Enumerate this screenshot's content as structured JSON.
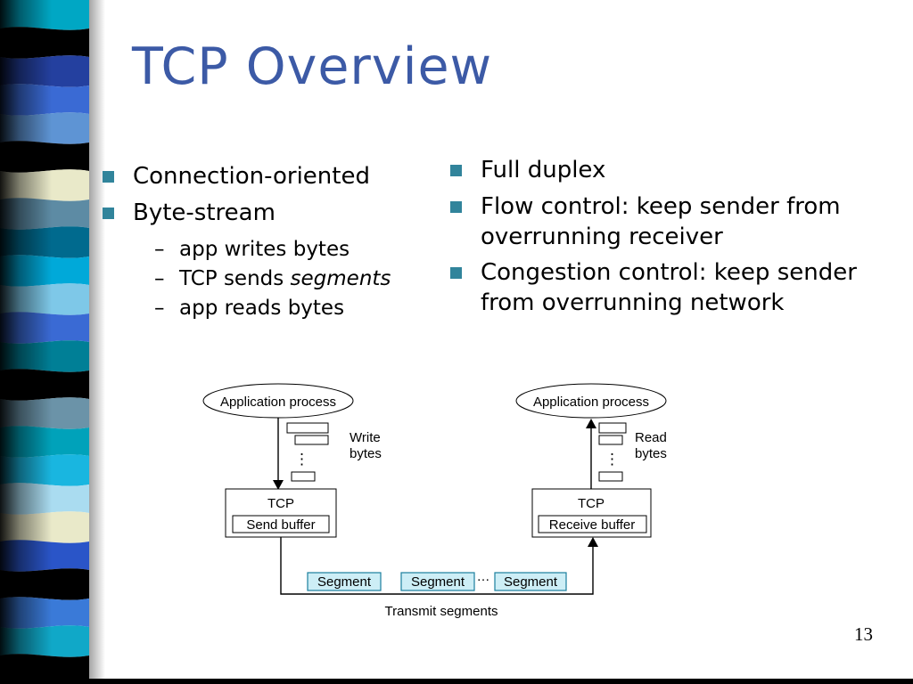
{
  "slide": {
    "title": "TCP Overview",
    "page_number": "13"
  },
  "colors": {
    "title_blue": "#3c5aa6",
    "bullet_teal": "#31849b",
    "segment_fill": "#cdeef6",
    "segment_stroke": "#1a7f9e"
  },
  "left_column": {
    "items": [
      {
        "label": "Connection-oriented"
      },
      {
        "label": "Byte-stream"
      }
    ],
    "sub_items": [
      {
        "dash": "–",
        "text": "app writes bytes",
        "em": ""
      },
      {
        "dash": "–",
        "text": "TCP sends ",
        "em": "segments"
      },
      {
        "dash": "–",
        "text": "app reads bytes",
        "em": ""
      }
    ]
  },
  "right_column": {
    "items": [
      {
        "label": "Full duplex"
      },
      {
        "label": "Flow control: keep sender from overrunning receiver"
      },
      {
        "label": "Congestion control: keep sender from overrunning network"
      }
    ]
  },
  "diagram": {
    "left_app": "Application process",
    "right_app": "Application process",
    "write_line1": "Write",
    "write_line2": "bytes",
    "read_line1": "Read",
    "read_line2": "bytes",
    "left_tcp": "TCP",
    "right_tcp": "TCP",
    "send_buffer": "Send buffer",
    "receive_buffer": "Receive buffer",
    "segments": [
      "Segment",
      "Segment",
      "Segment"
    ],
    "dots": "…",
    "vdots": "⋮",
    "transmit_label": "Transmit segments"
  },
  "decor": {
    "stripe_colors": [
      "#00a7c4",
      "#000000",
      "#24409f",
      "#3a6ad4",
      "#5e94d4",
      "#000000",
      "#e9e9c9",
      "#5d8ba4",
      "#006a8e",
      "#00a9d9",
      "#7ec8e8",
      "#3a6ad4",
      "#007f96",
      "#000000",
      "#6b93a8",
      "#00a2ba",
      "#19b6e0",
      "#aadcf0",
      "#e9e9c9",
      "#2a55c8",
      "#000000",
      "#3a7ad8",
      "#10a8c8",
      "#000000"
    ]
  }
}
